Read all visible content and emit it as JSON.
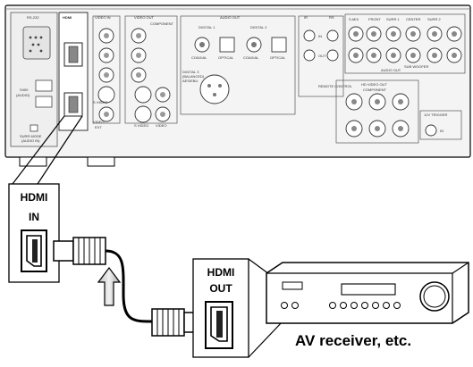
{
  "panel": {
    "rs232": "RS-232",
    "hdmi": "HDMI",
    "video_in": "VIDEO IN",
    "video_out": "VIDEO OUT",
    "component": "COMPONENT",
    "audio_out": "AUDIO OUT",
    "digital1": "DIGITAL 1",
    "digital2": "DIGITAL 2",
    "coaxial": "COAXIAL",
    "optical": "OPTICAL",
    "digital3": "DIGITAL 3",
    "balanced": "(BALANCED)",
    "aes_ebu": "AES/EBU",
    "ir": "IR",
    "ir_in": "IN",
    "ir_out": "OUT",
    "rs": "RS",
    "remote_control": "REMOTE CONTROL",
    "s_audio": "S-MIX",
    "front": "FRONT",
    "surr1": "SURR 1",
    "center": "CENTER",
    "surr2": "SURR 2",
    "subwoofer": "SUB WOOFER",
    "hd_video_out": "HD VIDEO OUT",
    "trigger_12v": "12V TRIGGER",
    "trigger_in": "IN",
    "surr_mode": "SURR MODE",
    "audio_in_sub": "(AUDIO IN)",
    "s400": "S400",
    "audio": "(AUDIO)",
    "s_video": "S VIDEO",
    "video": "VIDEO",
    "ext": "EXT"
  },
  "hdmi_in_box": {
    "line1": "HDMI",
    "line2": "IN"
  },
  "hdmi_out_box": {
    "line1": "HDMI",
    "line2": "OUT"
  },
  "caption": "AV receiver, etc."
}
